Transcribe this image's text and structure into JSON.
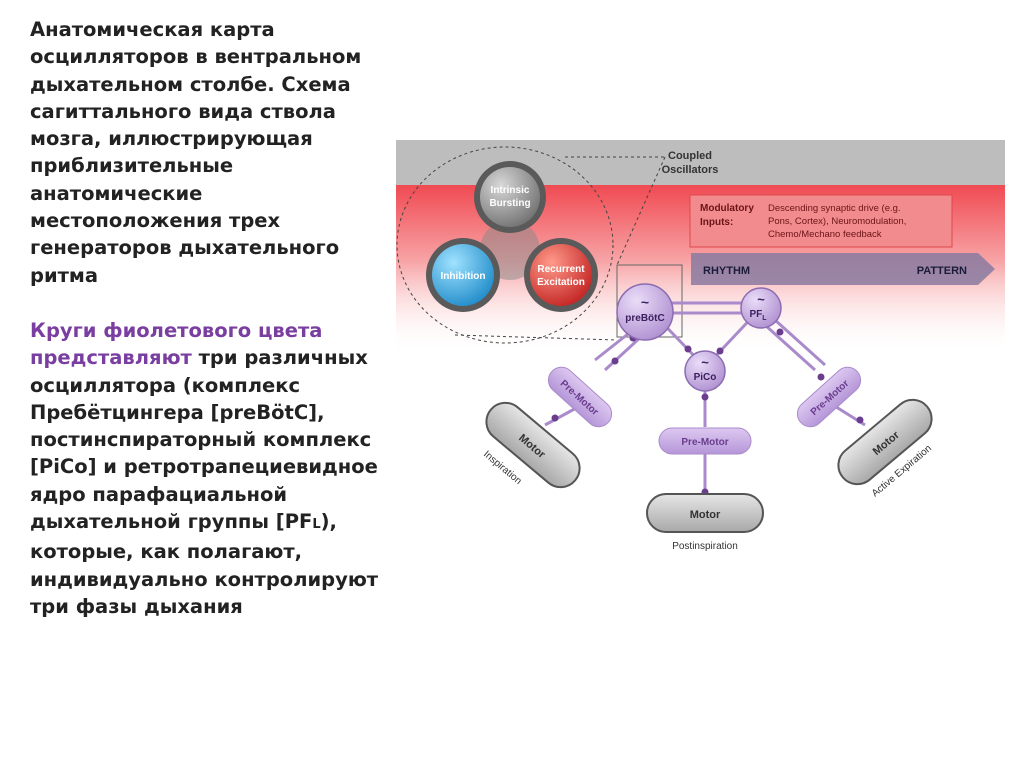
{
  "text": {
    "title": "Анатомическая карта осцилляторов в вентральном дыхательном столбе. Схема сагиттального вида ствола мозга, иллюстрирующая приблизительные анатомические местоположения трех генераторов дыхательного ритма",
    "para_highlight": "Круги фиолетового цвета представляют",
    "para_rest": " три различных осциллятора (комплекс Пребётцингера [preBötC], постинспираторный комплекс [PiCo] и ретротрапециевидное ядро парафациальной дыхательной группы [PF",
    "para_sub": "L",
    "para_end": "), которые, как полагают, индивидуально контролируют три фазы дыхания"
  },
  "diagram": {
    "coupled_line1": "Coupled",
    "coupled_line2": "Oscillators",
    "bursting_line1": "Intrinsic",
    "bursting_line2": "Bursting",
    "inhibition": "Inhibition",
    "recurrent_line1": "Recurrent",
    "recurrent_line2": "Excitation",
    "modulatory_line1": "Modulatory",
    "modulatory_line2": "Inputs:",
    "modulatory_desc1": "Descending synaptic drive (e.g.",
    "modulatory_desc2": "Pons, Cortex), Neuromodulation,",
    "modulatory_desc3": "Chemo/Mechano feedback",
    "rhythm": "RHYTHM",
    "pattern": "PATTERN",
    "tilde": "~",
    "prebotc": "preBötC",
    "pf": "PF",
    "pf_sub": "L",
    "pico": "PiCo",
    "premotor": "Pre-Motor",
    "motor": "Motor",
    "inspiration": "Inspiration",
    "postinspiration": "Postinspiration",
    "active_expiration": "Active Expiration"
  },
  "colors": {
    "purple": "#b79ad8",
    "purple_dark": "#6a3d8f",
    "red_band": "#f15a5e",
    "gray_band": "#bdbdbd",
    "inhibition": "#2aa8dc",
    "recurrent": "#e0322f"
  }
}
